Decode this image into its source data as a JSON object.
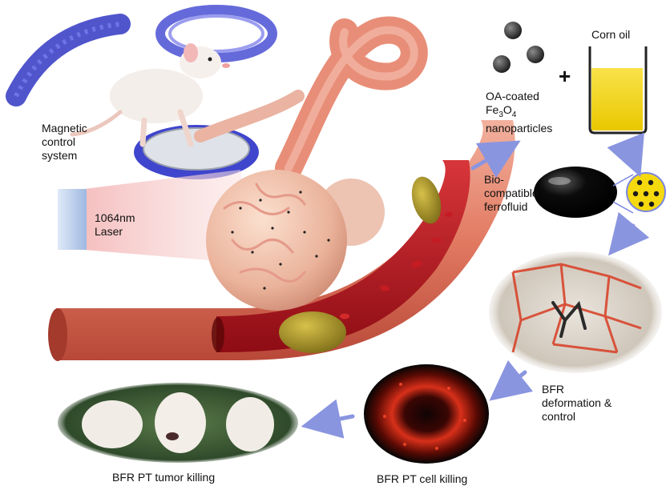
{
  "labels": {
    "magnetic_line1": "Magnetic",
    "magnetic_line2": "control",
    "magnetic_line3": "system",
    "laser_line1": "1064nm",
    "laser_line2": "Laser",
    "np_line1": "OA-coated",
    "np_fe": "Fe",
    "np_sub3": "3",
    "np_o": "O",
    "np_sub4": "4",
    "np_line3": "nanoparticles",
    "plus": "+",
    "corn_oil": "Corn oil",
    "ferro_line1": "Bio-",
    "ferro_line2": "compatible",
    "ferro_line3": "ferrofluid",
    "deform_line1": "BFR",
    "deform_line2": "deformation &",
    "deform_line3": "control",
    "cell_killing": "BFR PT cell killing",
    "tumor_killing": "BFR PT tumor killing"
  },
  "colors": {
    "vessel_outer": "#e4836f",
    "vessel_inner": "#b5121b",
    "tumor": "#f0c2a8",
    "laser_beam": "#f6cccc",
    "laser_block": "#a9c3e6",
    "coil": "#4a50d4",
    "oil": "#f5d90f",
    "arrow": "#8a95e0",
    "droplet": "#b09a2a"
  }
}
